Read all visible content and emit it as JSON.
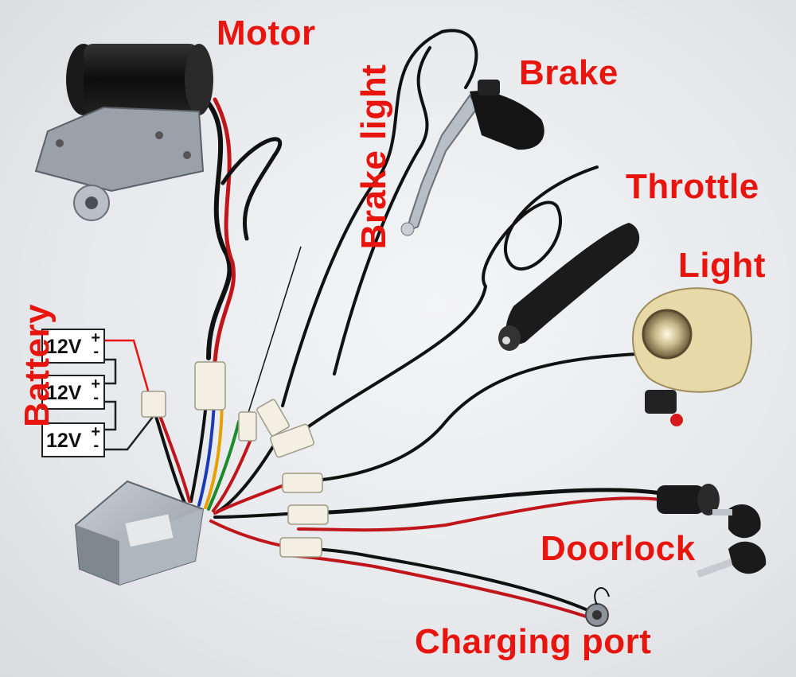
{
  "labels": {
    "motor": "Motor",
    "brake_light": "Brake light",
    "brake": "Brake",
    "throttle": "Throttle",
    "light": "Light",
    "battery": "Battery",
    "doorlock": "Doorlock",
    "charging_port": "Charging port"
  },
  "batteries": [
    {
      "voltage": "12V",
      "plus": "+",
      "minus": "-"
    },
    {
      "voltage": "12V",
      "plus": "+",
      "minus": "-"
    },
    {
      "voltage": "12V",
      "plus": "+",
      "minus": "-"
    }
  ],
  "colors": {
    "label": "#e8150f",
    "wire_black": "#111111",
    "wire_red": "#c0151a",
    "controller": "#aab2bb",
    "lamp_housing": "#e8d9a8"
  },
  "icons": {
    "motor": "motor-icon",
    "brake_lever": "brake-lever-icon",
    "throttle": "throttle-grip-icon",
    "light": "headlight-icon",
    "doorlock": "key-lock-icon",
    "charging_port": "charging-port-icon",
    "controller": "controller-box-icon"
  }
}
